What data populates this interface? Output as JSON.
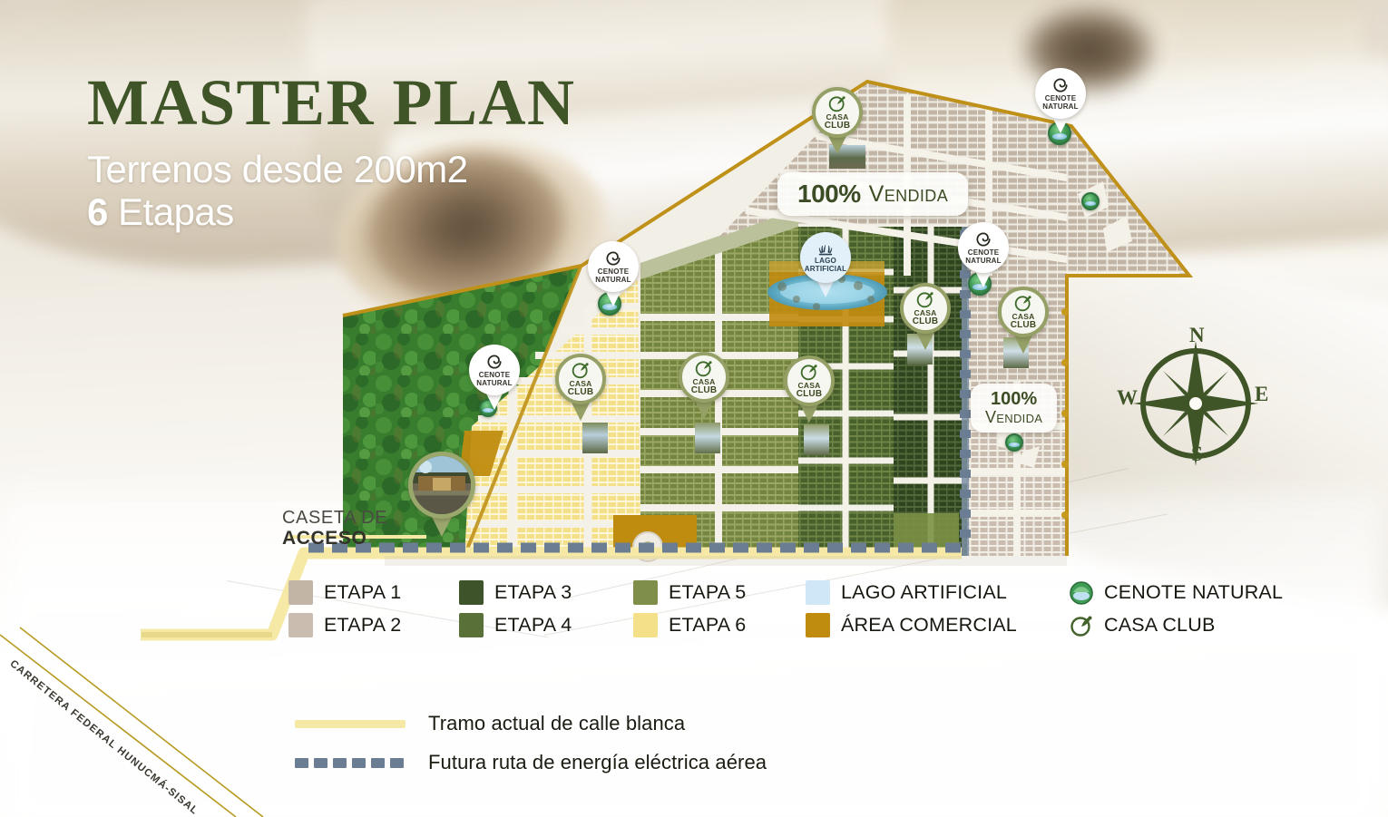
{
  "header": {
    "title": "MASTER PLAN",
    "subtitle": "Terrenos desde 200m2",
    "stages_number": "6",
    "stages_word": " Etapas"
  },
  "map": {
    "access_gate_line1": "CASETA DE",
    "access_gate_line2": "ACCESO",
    "highway_label": "CARRETERA FEDERAL HUNUCMÁ-SISAL",
    "badges": [
      {
        "id": "badge-north",
        "percent": "100%",
        "label": "Vendida",
        "style": "wide"
      },
      {
        "id": "badge-east",
        "percent": "100%",
        "label": "Vendida",
        "style": "narrow"
      }
    ],
    "pins": [
      {
        "id": "pin-casa-club-north",
        "type": "casa-club",
        "line1": "CASA",
        "line2": "CLUB"
      },
      {
        "id": "pin-cenote-top-right",
        "type": "cenote",
        "line1": "CENOTE",
        "line2": "NATURAL"
      },
      {
        "id": "pin-cenote-west",
        "type": "cenote",
        "line1": "CENOTE",
        "line2": "NATURAL"
      },
      {
        "id": "pin-lago-artificial",
        "type": "lago",
        "line1": "LAGO",
        "line2": "ARTIFICIAL"
      },
      {
        "id": "pin-cenote-center-right",
        "type": "cenote",
        "line1": "CENOTE",
        "line2": "NATURAL"
      },
      {
        "id": "pin-casa-club-center-right",
        "type": "casa-club",
        "line1": "CASA",
        "line2": "CLUB"
      },
      {
        "id": "pin-casa-club-east",
        "type": "casa-club",
        "line1": "CASA",
        "line2": "CLUB"
      },
      {
        "id": "pin-cenote-left",
        "type": "cenote",
        "line1": "CENOTE",
        "line2": "NATURAL"
      },
      {
        "id": "pin-casa-club-west",
        "type": "casa-club",
        "line1": "CASA",
        "line2": "CLUB"
      },
      {
        "id": "pin-casa-club-mid-left",
        "type": "casa-club",
        "line1": "CASA",
        "line2": "CLUB"
      },
      {
        "id": "pin-casa-club-mid",
        "type": "casa-club",
        "line1": "CASA",
        "line2": "CLUB"
      },
      {
        "id": "pin-access-photo",
        "type": "photo",
        "line1": "",
        "line2": ""
      }
    ]
  },
  "compass": {
    "n": "N",
    "e": "E",
    "s": "S",
    "w": "W"
  },
  "legend": {
    "items": [
      {
        "label": "ETAPA 1",
        "color": "#c3b5a6",
        "kind": "swatch"
      },
      {
        "label": "ETAPA 3",
        "color": "#3e5329",
        "kind": "swatch"
      },
      {
        "label": "ETAPA 5",
        "color": "#7f8f4a",
        "kind": "swatch"
      },
      {
        "label": "LAGO ARTIFICIAL",
        "color": "#cfe7f7",
        "kind": "swatch"
      },
      {
        "label": "CENOTE NATURAL",
        "color": "#3f9b55",
        "kind": "icon-cenote"
      },
      {
        "label": "ETAPA 2",
        "color": "#cabcae",
        "kind": "swatch"
      },
      {
        "label": "ETAPA 4",
        "color": "#5a7039",
        "kind": "swatch"
      },
      {
        "label": "ETAPA 6",
        "color": "#f5e08a",
        "kind": "swatch"
      },
      {
        "label": "ÁREA COMERCIAL",
        "color": "#c08c10",
        "kind": "swatch"
      },
      {
        "label": "CASA CLUB",
        "color": "#44632c",
        "kind": "icon-casaclub"
      }
    ]
  },
  "line_legend": {
    "items": [
      {
        "label": "Tramo actual de calle blanca",
        "style": "solid",
        "color": "#f6e8a5"
      },
      {
        "label": "Futura ruta de energía eléctrica aérea",
        "style": "dashed",
        "color": "#6b7d93"
      }
    ]
  },
  "colors": {
    "brand_green": "#3f5528",
    "boundary_gold": "#bf9118",
    "etapa1": "#c3b5a6",
    "etapa2": "#cabcae",
    "etapa3": "#3e5329",
    "etapa4": "#5a7039",
    "etapa5": "#7f8f4a",
    "etapa6": "#f5e08a",
    "lago": "#cfe7f7",
    "comercial": "#c08c10",
    "power_line": "#6b7d93",
    "street": "#efece3"
  }
}
